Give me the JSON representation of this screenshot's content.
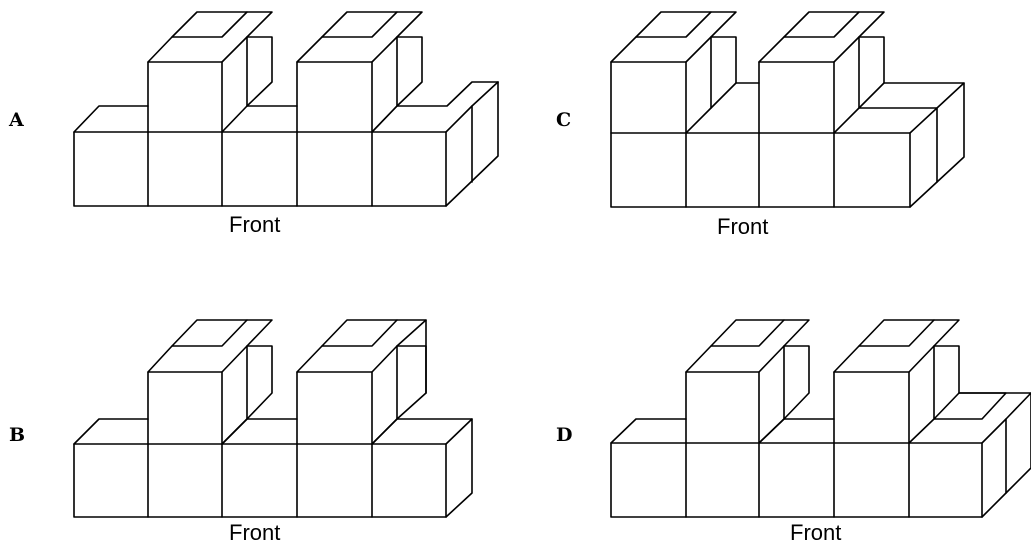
{
  "figures": [
    {
      "letter": "A",
      "front_label": "Front"
    },
    {
      "letter": "B",
      "front_label": "Front"
    },
    {
      "letter": "C",
      "front_label": "Front"
    },
    {
      "letter": "D",
      "front_label": "Front"
    }
  ]
}
